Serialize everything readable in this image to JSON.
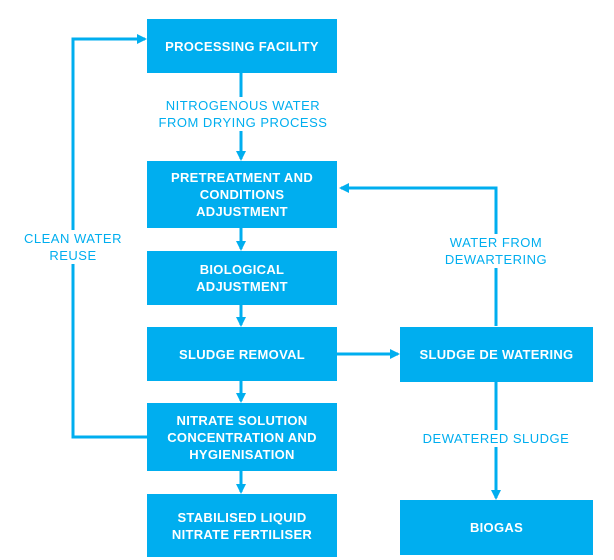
{
  "colors": {
    "accent": "#00aeef",
    "background": "#ffffff"
  },
  "boxes": {
    "processing_facility": "PROCESSING FACILITY",
    "pretreatment": "PRETREATMENT AND\nCONDITIONS\nADJUSTMENT",
    "biological": "BIOLOGICAL\nADJUSTMENT",
    "sludge_removal": "SLUDGE REMOVAL",
    "nitrate_solution": "NITRATE SOLUTION\nCONCENTRATION AND\nHYGIENISATION",
    "stabilised": "STABILISED LIQUID\nNITRATE FERTILISER",
    "sludge_dewatering": "SLUDGE DE WATERING",
    "biogas": "BIOGAS"
  },
  "labels": {
    "nitrogenous_water": "NITROGENOUS WATER\nFROM DRYING PROCESS",
    "clean_water_reuse": "CLEAN WATER\nREUSE",
    "water_from_dewatering": "WATER FROM\nDEWARTERING",
    "dewatered_sludge": "DEWATERED SLUDGE"
  }
}
